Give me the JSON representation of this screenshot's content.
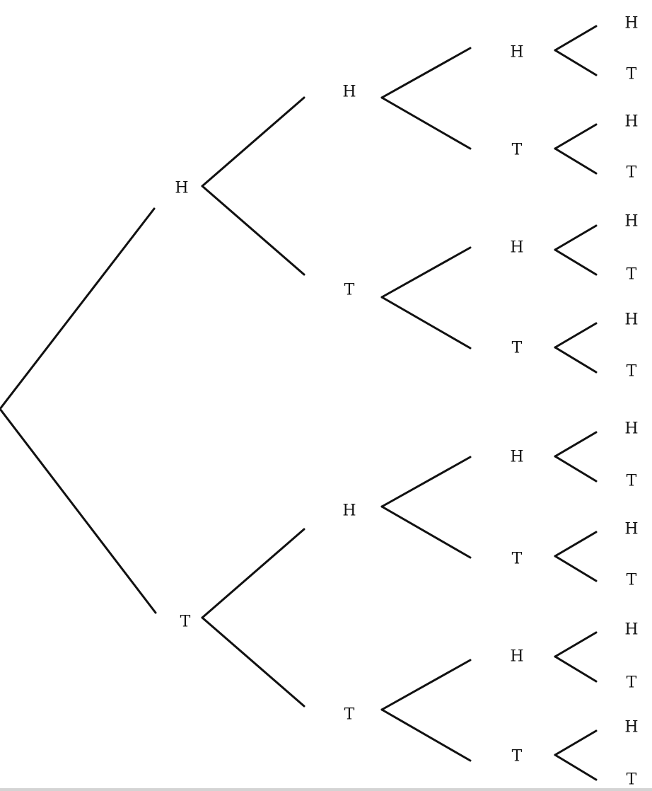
{
  "title": "Coin toss tree diagram",
  "level1": [
    "H",
    "T"
  ],
  "level2": [
    "H",
    "T",
    "H",
    "T"
  ],
  "level3": [
    "H",
    "T",
    "H",
    "T",
    "H",
    "T",
    "H",
    "T"
  ],
  "level4": [
    "H",
    "T",
    "H",
    "T",
    "H",
    "T",
    "H",
    "T",
    "H",
    "T",
    "H",
    "T",
    "H",
    "T",
    "H",
    "T"
  ]
}
